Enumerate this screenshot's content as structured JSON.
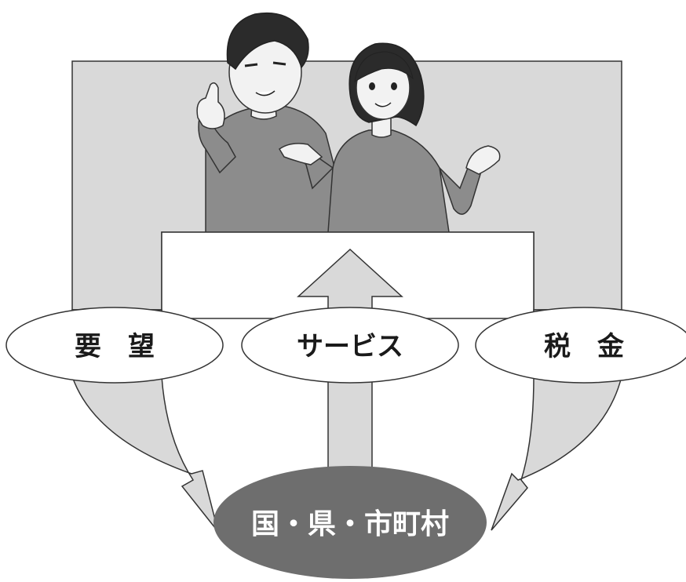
{
  "diagram": {
    "demand_label": "要　望",
    "service_label": "サービス",
    "tax_label": "税　金",
    "government_label": "国・県・市町村"
  },
  "colors": {
    "frame_gray": "#d9d9d9",
    "stroke": "#333333",
    "oval_fill": "#ffffff",
    "government_fill": "#6e6e6e",
    "person_shirt": "#8c8c8c",
    "hair": "#2b2b2b",
    "skin": "#f2f2f2"
  }
}
